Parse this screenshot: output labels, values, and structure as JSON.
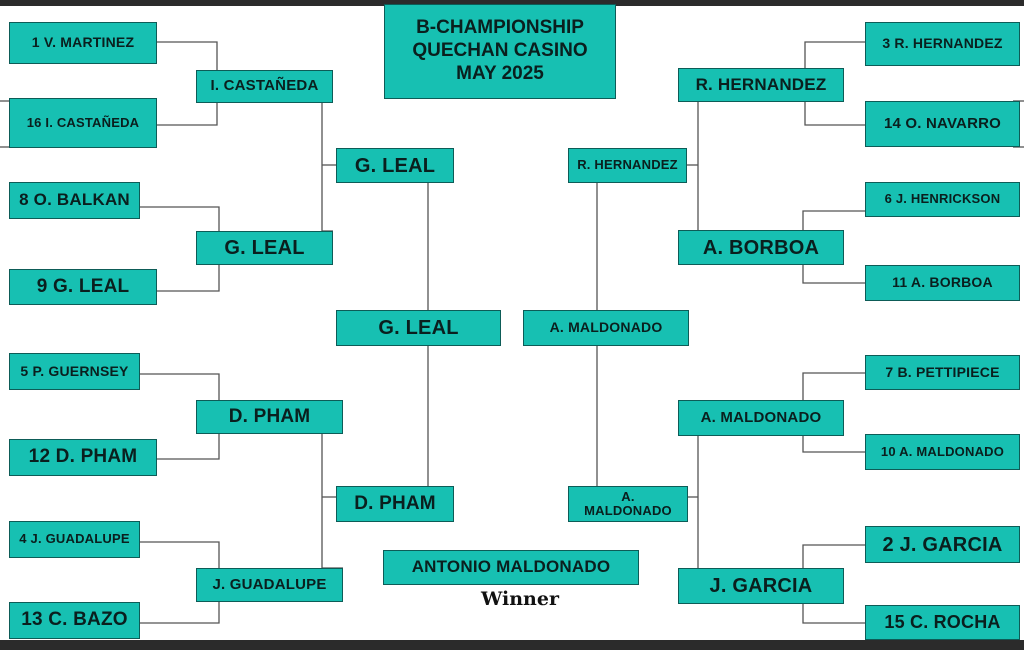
{
  "title": {
    "line1": "B-CHAMPIONSHIP",
    "line2": "QUECHAN CASINO",
    "line3": "MAY 2025"
  },
  "left": {
    "round1": [
      "1 V. MARTINEZ",
      "16 I. CASTAÑEDA",
      "8 O. BALKAN",
      "9 G. LEAL",
      "5 P. GUERNSEY",
      "12 D. PHAM",
      "4 J. GUADALUPE",
      "13 C. BAZO"
    ],
    "round2": [
      "I. CASTAÑEDA",
      "G. LEAL",
      "D. PHAM",
      "J. GUADALUPE"
    ],
    "round3": [
      "G. LEAL",
      "D. PHAM"
    ],
    "final": "G. LEAL"
  },
  "right": {
    "round1": [
      "3 R. HERNANDEZ",
      "14 O. NAVARRO",
      "6 J. HENRICKSON",
      "11 A. BORBOA",
      "7 B. PETTIPIECE",
      "10 A. MALDONADO",
      "2 J. GARCIA",
      "15 C. ROCHA"
    ],
    "round2": [
      "R. HERNANDEZ",
      "A. BORBOA",
      "A. MALDONADO",
      "J. GARCIA"
    ],
    "round3": [
      "R. HERNANDEZ",
      "A. MALDONADO"
    ],
    "final": "A. MALDONADO"
  },
  "champion": {
    "name": "ANTONIO MALDONADO",
    "label": "Winner"
  },
  "colors": {
    "box_fill": "#17c0b2",
    "box_border": "#0d5c57",
    "line": "#555555"
  }
}
